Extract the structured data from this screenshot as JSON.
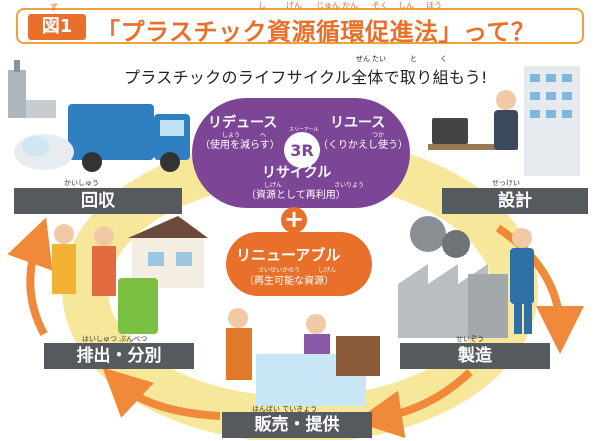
{
  "title": {
    "badge": "図1",
    "badge_ruby": "ず",
    "text": "「プラスチック資源循環促進法」って？",
    "ruby": [
      "し",
      "げん",
      "じゅん",
      "かん",
      "そく",
      "しん",
      "ほう"
    ]
  },
  "subtitle": {
    "text": "プラスチックのライフサイクル全体で取り組もう!",
    "ruby": [
      "ぜん",
      "たい",
      "と",
      "く"
    ]
  },
  "center": {
    "r3_badge": "3R",
    "r3_badge_caption": "スリーアール",
    "reduce": {
      "title": "リデュース",
      "sub": "（使用を減らす）",
      "ruby": [
        "しよう",
        "へ"
      ]
    },
    "reuse": {
      "title": "リユース",
      "sub": "（くりかえし使う）",
      "ruby": [
        "つか"
      ]
    },
    "recycle": {
      "title": "リサイクル",
      "sub": "（資源として再利用）",
      "ruby": [
        "しげん",
        "さいりよう"
      ]
    },
    "plus": "+",
    "renewable": {
      "title": "リニューアブル",
      "sub": "（再生可能な資源）",
      "ruby": [
        "さいせいかのう",
        "しげん"
      ]
    }
  },
  "stages": [
    {
      "id": "kaishu",
      "label": "回収",
      "ruby": "かいしゅう"
    },
    {
      "id": "sekkei",
      "label": "設計",
      "ruby": "せっけい"
    },
    {
      "id": "haishutsu",
      "label": "排出・分別",
      "ruby": "はいしゅつ ぶんべつ"
    },
    {
      "id": "seizo",
      "label": "製造",
      "ruby": "せいぞう"
    },
    {
      "id": "hanbai",
      "label": "販売・提供",
      "ruby": "はんばい ていきょう"
    }
  ],
  "colors": {
    "orange": "#e8702a",
    "purple": "#7d4596",
    "label_bg": "#555a5e",
    "ring": "#f7e79a"
  }
}
